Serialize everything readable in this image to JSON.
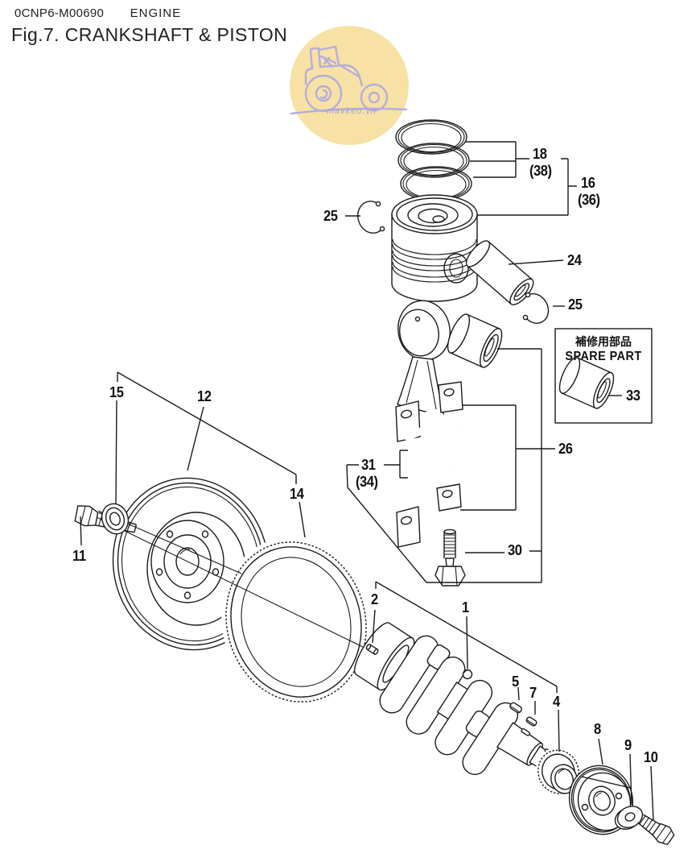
{
  "header": {
    "doc_code": "0CNP6-M00690",
    "section": "ENGINE",
    "figure_title": "Fig.7.  CRANKSHAFT & PISTON"
  },
  "watermark": {
    "text": "mavkeo.vn"
  },
  "spare_part_box": {
    "label_jp": "補修用部品",
    "label_en": "SPARE PART"
  },
  "parts": {
    "p1": "1",
    "p2": "2",
    "p4": "4",
    "p5": "5",
    "p7": "7",
    "p8": "8",
    "p9": "9",
    "p10": "10",
    "p11": "11",
    "p12": "12",
    "p14": "14",
    "p15": "15",
    "p16": "16",
    "p36": "(36)",
    "p18": "18",
    "p38": "(38)",
    "p24": "24",
    "p25": "25",
    "p26": "26",
    "p30": "30",
    "p31": "31",
    "p34": "(34)",
    "p33": "33"
  },
  "colors": {
    "line": "#1b1b1b",
    "watermark_fill": "#f8e1a4",
    "watermark_line": "#b3aede"
  }
}
